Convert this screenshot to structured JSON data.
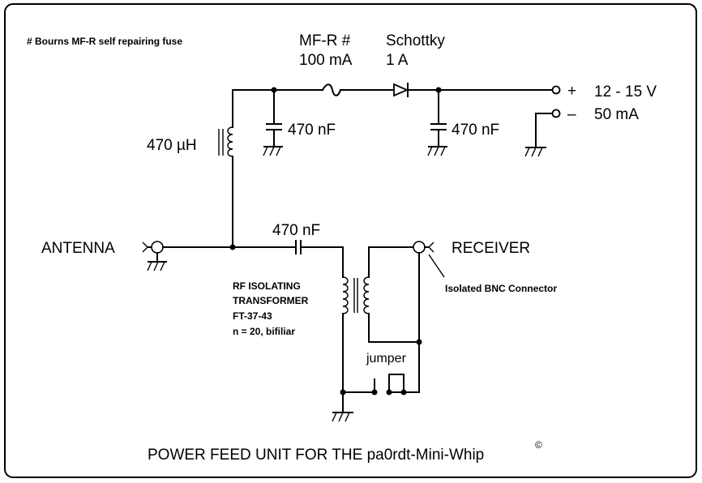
{
  "note": "# Bourns MF-R self repairing fuse",
  "fuse": {
    "name": "MF-R #",
    "rating": "100 mA"
  },
  "diode": {
    "name": "Schottky",
    "rating": "1 A"
  },
  "supply": {
    "plus_sign": "+",
    "minus_sign": "–",
    "voltage": "12 - 15 V",
    "current": "50 mA"
  },
  "inductor": {
    "value": "470 µH"
  },
  "cap_left": {
    "value": "470 nF"
  },
  "cap_right": {
    "value": "470 nF"
  },
  "cap_series": {
    "value": "470 nF"
  },
  "antenna": {
    "label": "ANTENNA"
  },
  "receiver": {
    "label": "RECEIVER"
  },
  "bnc_note": "Isolated BNC Connector",
  "transformer": {
    "lines": [
      "RF ISOLATING",
      "TRANSFORMER",
      "FT-37-43",
      "n = 20, bifiliar"
    ]
  },
  "jumper": {
    "label": "jumper"
  },
  "title": {
    "text": "POWER FEED UNIT FOR THE pa0rdt-Mini-Whip",
    "mark": "©"
  }
}
